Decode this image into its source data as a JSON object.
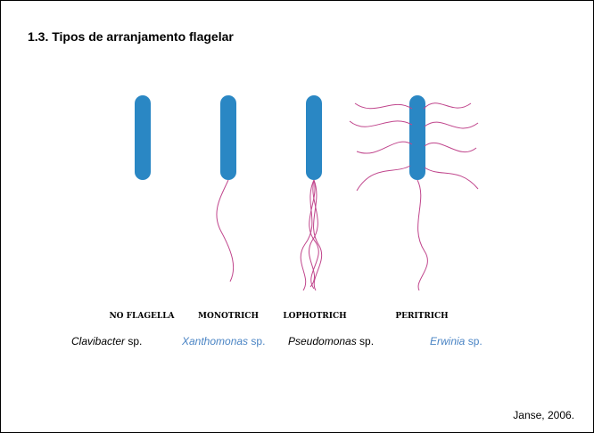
{
  "title": "1.3. Tipos de arranjamento flagelar",
  "diagram": {
    "labels": [
      "NO FLAGELLA",
      "MONOTRICH",
      "LOPHOTRICH",
      "PERITRICH"
    ],
    "bacterium_color": "#2a87c4",
    "flagella_color": "#c0458c"
  },
  "species": [
    {
      "name": "Clavibacter",
      "suffix": " sp.",
      "color": "#000000"
    },
    {
      "name": "Xanthomonas",
      "suffix": " sp.",
      "color": "#4a84c4"
    },
    {
      "name": "Pseudomonas",
      "suffix": " sp.",
      "color": "#000000"
    },
    {
      "name": "Erwinia",
      "suffix": " sp.",
      "color": "#4a84c4"
    }
  ],
  "citation": "Janse, 2006."
}
